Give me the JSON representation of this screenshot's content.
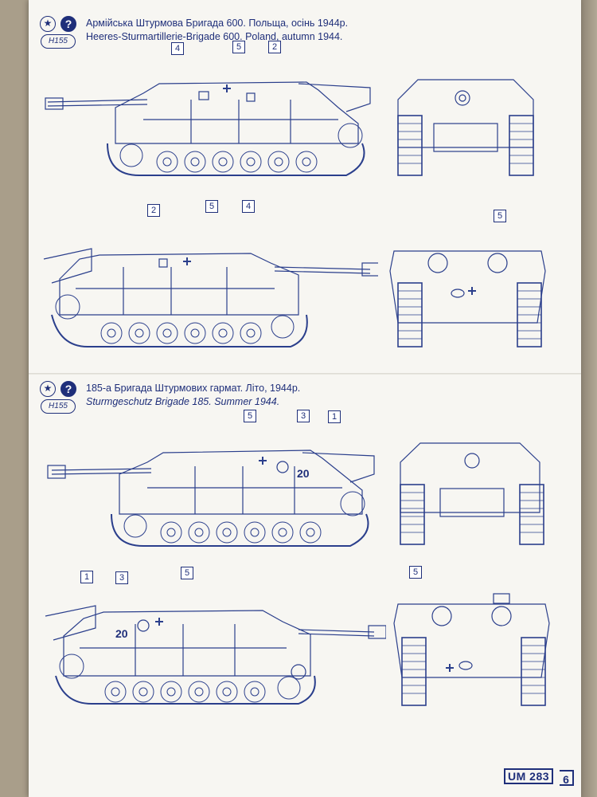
{
  "sections": [
    {
      "title_ua": "Армійська Штурмова Бригада 600. Польща, осінь 1944р.",
      "title_en": "Heeres-Sturmartillerie-Brigade 600. Poland, autumn 1944.",
      "paint_code": "H155",
      "views": [
        {
          "callouts": [
            "4",
            "5",
            "2"
          ]
        },
        {
          "callouts": [
            "2",
            "5",
            "4"
          ]
        },
        {
          "callouts": []
        },
        {
          "callouts": [
            "5"
          ]
        }
      ]
    },
    {
      "title_ua": "185-а Бригада Штурмових гармат. Літо, 1944р.",
      "title_en": "Sturmgeschutz Brigade 185. Summer 1944.",
      "paint_code": "H155",
      "tactical_number": "20",
      "views": [
        {
          "callouts": [
            "5",
            "3",
            "1"
          ]
        },
        {
          "callouts": [
            "1",
            "3",
            "5"
          ]
        },
        {
          "callouts": []
        },
        {
          "callouts": [
            "5"
          ]
        }
      ]
    }
  ],
  "icons": {
    "star": "star-icon",
    "help": "question-icon"
  },
  "footer": {
    "code": "UM 283",
    "page": "6"
  },
  "colors": {
    "ink": "#1f2f7a",
    "paper": "#f7f6f2",
    "line": "#2b3f8c"
  }
}
